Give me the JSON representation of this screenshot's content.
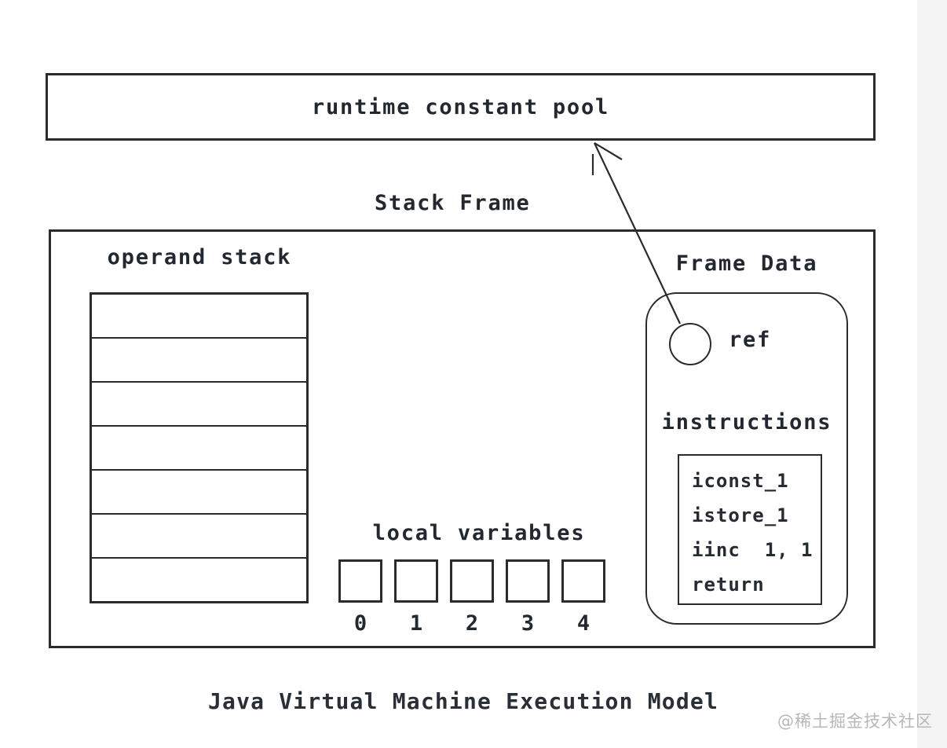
{
  "diagram": {
    "runtime_constant_pool_label": "runtime constant pool",
    "stack_frame_label": "Stack Frame",
    "operand_stack": {
      "label": "operand stack",
      "rows": 7
    },
    "local_variables": {
      "label": "local variables",
      "indices": [
        "0",
        "1",
        "2",
        "3",
        "4"
      ]
    },
    "frame_data": {
      "label": "Frame Data",
      "ref_label": "ref",
      "instructions_label": "instructions",
      "instructions": [
        "iconst_1",
        "istore_1",
        "iinc  1, 1",
        "return"
      ]
    },
    "caption": "Java Virtual Machine Execution Model",
    "watermark": "@稀土掘金技术社区",
    "colors": {
      "stroke": "#2b2b2b",
      "text": "#232830",
      "watermark": "#b7b7b7",
      "background": "#ffffff",
      "side_strip": "#f4f4f4"
    }
  }
}
